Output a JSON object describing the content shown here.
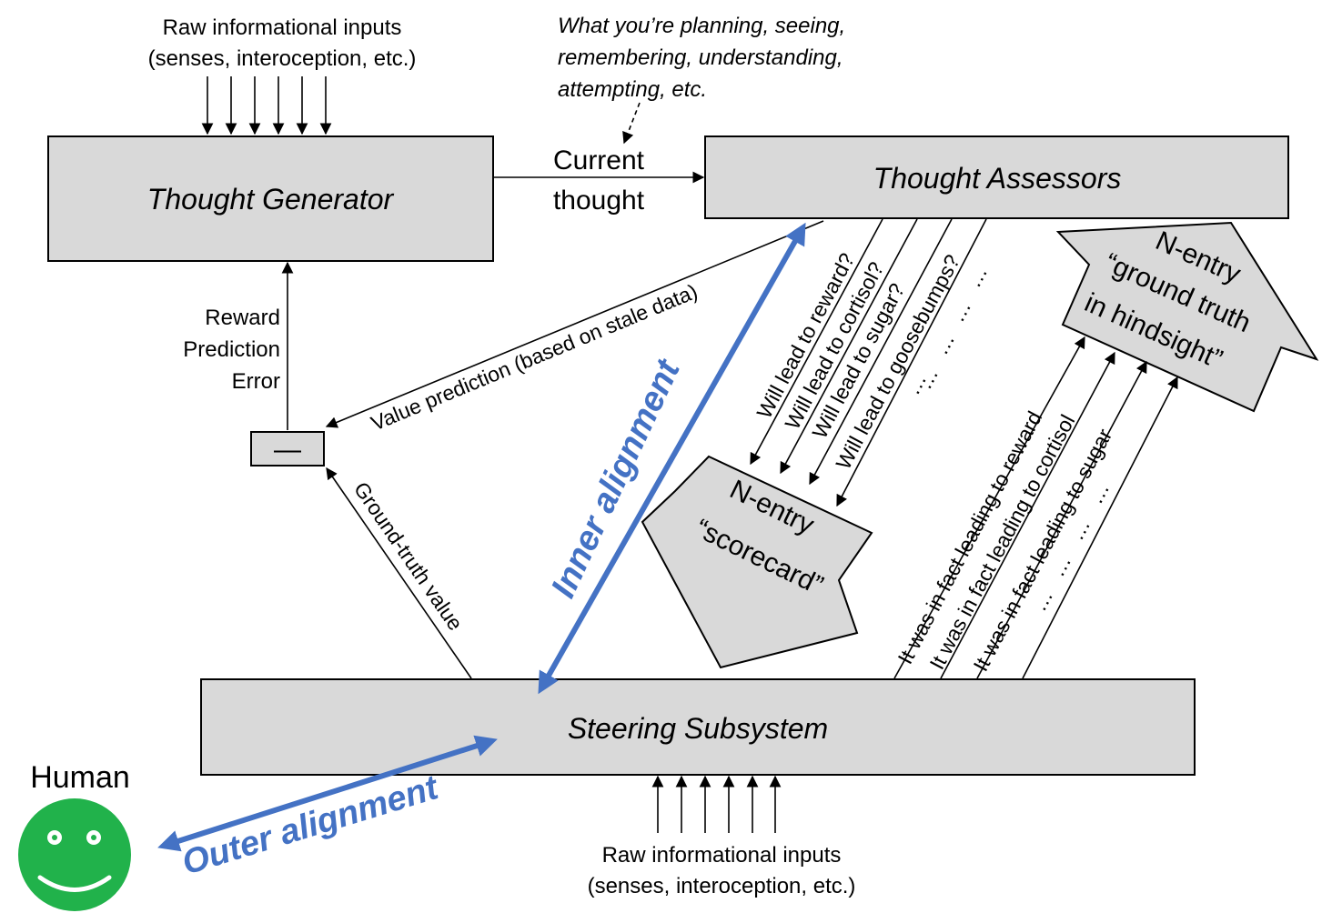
{
  "top_inputs": {
    "line1": "Raw informational inputs",
    "line2": "(senses, interoception, etc.)"
  },
  "bottom_inputs": {
    "line1": "Raw informational inputs",
    "line2": "(senses, interoception, etc.)"
  },
  "annotation": {
    "line1": "What you’re planning, seeing,",
    "line2": "remembering, understanding,",
    "line3": "attempting, etc."
  },
  "boxes": {
    "thought_generator": "Thought Generator",
    "thought_assessors": "Thought Assessors",
    "steering_subsystem": "Steering Subsystem",
    "subtract": "—"
  },
  "edges": {
    "current_thought_1": "Current",
    "current_thought_2": "thought",
    "rpe_1": "Reward",
    "rpe_2": "Prediction",
    "rpe_3": "Error",
    "value_prediction": "Value prediction (based on stale data)",
    "ground_truth_value": "Ground-truth value"
  },
  "assessor_questions": [
    "Will lead to reward?",
    "Will lead to cortisol?",
    "Will lead to sugar?",
    "Will lead to goosebumps?",
    "…",
    "…",
    "…",
    "…",
    "…"
  ],
  "ground_truth_signals": [
    "It was in fact leading to reward",
    "It was in fact leading to cortisol",
    "It was in fact leading to sugar",
    "…",
    "…",
    "…",
    "…"
  ],
  "scorecard": {
    "line1": "N-entry",
    "line2": "“scorecard”"
  },
  "ground_truth_hindsight": {
    "line1": "N-entry",
    "line2": "“ground truth",
    "line3": "in hindsight”"
  },
  "alignment": {
    "inner": "Inner alignment",
    "outer": "Outer alignment"
  },
  "human": {
    "label": "Human",
    "face_color": "#21b24b"
  },
  "colors": {
    "box_fill": "#d9d9d9",
    "alignment_blue": "#4472c4"
  }
}
